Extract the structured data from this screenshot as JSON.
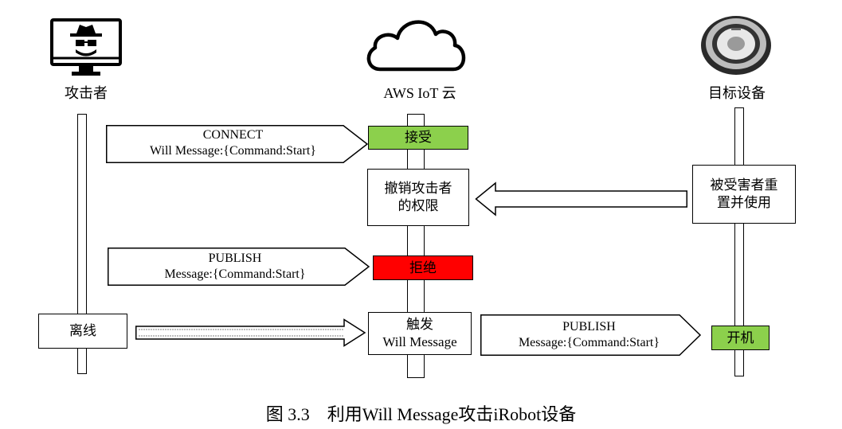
{
  "actors": {
    "attacker": "攻击者",
    "cloud": "AWS IoT 云",
    "target": "目标设备"
  },
  "icons": {
    "attacker": "hacker-monitor-icon",
    "cloud": "cloud-icon",
    "target": "irobot-roomba-icon"
  },
  "messages": {
    "connect_line1": "CONNECT",
    "connect_line2": "Will Message:{Command:Start}",
    "publish1_line1": "PUBLISH",
    "publish1_line2": "Message:{Command:Start}",
    "publish2_line1": "PUBLISH",
    "publish2_line2": "Message:{Command:Start}"
  },
  "boxes": {
    "accept": "接受",
    "revoke_line1": "撤销攻击者",
    "revoke_line2": "的权限",
    "reset_line1": "被受害者重",
    "reset_line2": "置并使用",
    "reject": "拒绝",
    "offline": "离线",
    "trigger_line1": "触发",
    "trigger_line2": "Will Message",
    "power_on": "开机"
  },
  "caption": "图 3.3　利用Will Message攻击iRobot设备",
  "colors": {
    "accept": "#8cd04c",
    "reject": "#ff0000",
    "power_on": "#8cd04c"
  }
}
